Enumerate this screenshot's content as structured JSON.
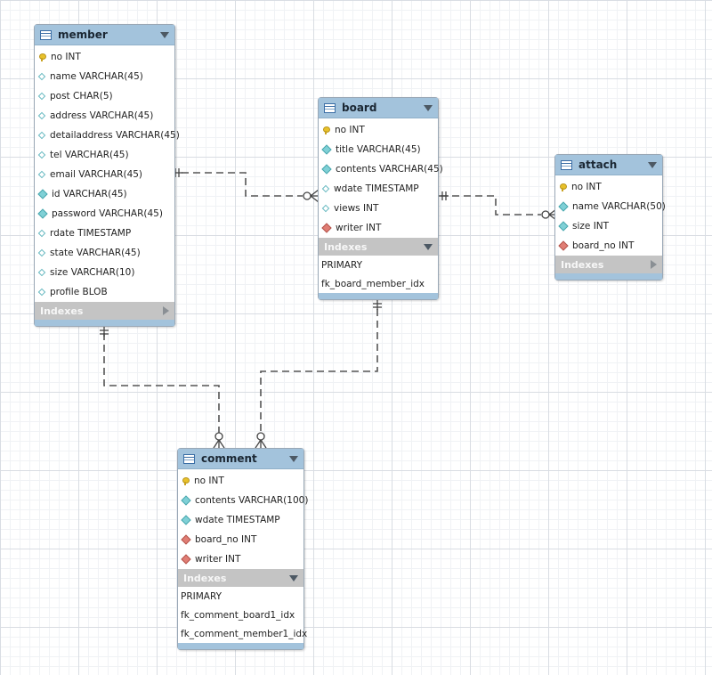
{
  "tables": {
    "member": {
      "name": "member",
      "columns": [
        {
          "text": "no INT",
          "icon": "primary-key-icon"
        },
        {
          "text": "name VARCHAR(45)",
          "icon": "nullable-column-icon"
        },
        {
          "text": "post CHAR(5)",
          "icon": "nullable-column-icon"
        },
        {
          "text": "address VARCHAR(45)",
          "icon": "nullable-column-icon"
        },
        {
          "text": "detailaddress VARCHAR(45)",
          "icon": "nullable-column-icon"
        },
        {
          "text": "tel VARCHAR(45)",
          "icon": "nullable-column-icon"
        },
        {
          "text": "email VARCHAR(45)",
          "icon": "nullable-column-icon"
        },
        {
          "text": "id VARCHAR(45)",
          "icon": "not-null-column-icon"
        },
        {
          "text": "password VARCHAR(45)",
          "icon": "not-null-column-icon"
        },
        {
          "text": "rdate TIMESTAMP",
          "icon": "nullable-column-icon"
        },
        {
          "text": "state VARCHAR(45)",
          "icon": "nullable-column-icon"
        },
        {
          "text": "size VARCHAR(10)",
          "icon": "nullable-column-icon"
        },
        {
          "text": "profile BLOB",
          "icon": "nullable-column-icon"
        }
      ],
      "indexes_label": "Indexes",
      "indexes_expanded": false,
      "indexes": []
    },
    "board": {
      "name": "board",
      "columns": [
        {
          "text": "no INT",
          "icon": "primary-key-icon"
        },
        {
          "text": "title VARCHAR(45)",
          "icon": "not-null-column-icon"
        },
        {
          "text": "contents VARCHAR(45)",
          "icon": "not-null-column-icon"
        },
        {
          "text": "wdate TIMESTAMP",
          "icon": "nullable-column-icon"
        },
        {
          "text": "views INT",
          "icon": "nullable-column-icon"
        },
        {
          "text": "writer INT",
          "icon": "foreign-key-icon"
        }
      ],
      "indexes_label": "Indexes",
      "indexes_expanded": true,
      "indexes": [
        "PRIMARY",
        "fk_board_member_idx"
      ]
    },
    "attach": {
      "name": "attach",
      "columns": [
        {
          "text": "no INT",
          "icon": "primary-key-icon"
        },
        {
          "text": "name VARCHAR(50)",
          "icon": "not-null-column-icon"
        },
        {
          "text": "size INT",
          "icon": "not-null-column-icon"
        },
        {
          "text": "board_no INT",
          "icon": "foreign-key-icon"
        }
      ],
      "indexes_label": "Indexes",
      "indexes_expanded": false,
      "indexes": []
    },
    "comment": {
      "name": "comment",
      "columns": [
        {
          "text": "no INT",
          "icon": "primary-key-icon"
        },
        {
          "text": "contents VARCHAR(100)",
          "icon": "not-null-column-icon"
        },
        {
          "text": "wdate TIMESTAMP",
          "icon": "not-null-column-icon"
        },
        {
          "text": "board_no INT",
          "icon": "foreign-key-icon"
        },
        {
          "text": "writer INT",
          "icon": "foreign-key-icon"
        }
      ],
      "indexes_label": "Indexes",
      "indexes_expanded": true,
      "indexes": [
        "PRIMARY",
        "fk_comment_board1_idx",
        "fk_comment_member1_idx"
      ]
    }
  },
  "relationships": [
    {
      "from": "member",
      "to": "board",
      "from_end": "one-and-only-one",
      "to_end": "zero-or-many"
    },
    {
      "from": "board",
      "to": "attach",
      "from_end": "one-and-only-one",
      "to_end": "zero-or-many"
    },
    {
      "from": "member",
      "to": "comment",
      "from_end": "one-and-only-one",
      "to_end": "zero-or-many"
    },
    {
      "from": "board",
      "to": "comment",
      "from_end": "one-and-only-one",
      "to_end": "zero-or-many"
    }
  ],
  "colors": {
    "header": "#a3c3dc",
    "index_header": "#c4c4c4",
    "primary_key": "#e8c12a",
    "not_null": "#7fd0d6",
    "foreign_key": "#e07d74",
    "connector": "#555555"
  }
}
